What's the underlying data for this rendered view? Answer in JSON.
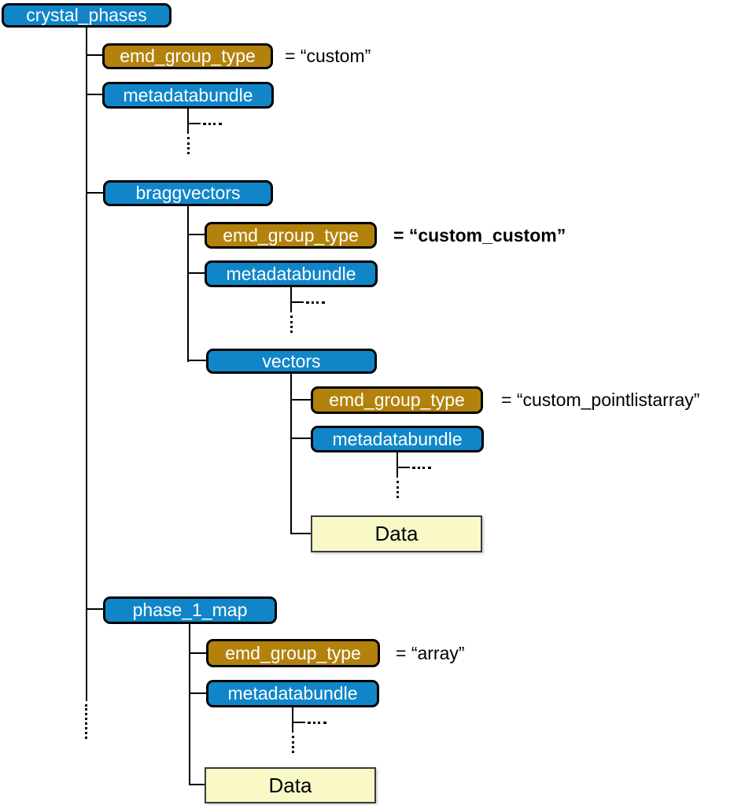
{
  "colors": {
    "group_box_fill": "#1086c8",
    "attribute_box_fill": "#b2820d",
    "dataset_box_fill": "#f9f9c8",
    "box_label_text": "#ffffff",
    "value_text": "#000000",
    "connector_line": "#000000"
  },
  "tree": {
    "root": {
      "label": "crystal_phases",
      "kind": "group",
      "has_more_children": true
    },
    "children": [
      {
        "label": "emd_group_type",
        "kind": "attribute",
        "value": "= “custom”"
      },
      {
        "label": "metadatabundle",
        "kind": "group",
        "truncated": true
      },
      {
        "label": "braggvectors",
        "kind": "group",
        "children": [
          {
            "label": "emd_group_type",
            "kind": "attribute",
            "value": "= “custom_custom”",
            "bold": true
          },
          {
            "label": "metadatabundle",
            "kind": "group",
            "truncated": true
          },
          {
            "label": "vectors",
            "kind": "group",
            "children": [
              {
                "label": "emd_group_type",
                "kind": "attribute",
                "value": "= “custom_pointlistarray”"
              },
              {
                "label": "metadatabundle",
                "kind": "group",
                "truncated": true
              },
              {
                "label": "Data",
                "kind": "dataset"
              }
            ]
          }
        ]
      },
      {
        "label": "phase_1_map",
        "kind": "group",
        "children": [
          {
            "label": "emd_group_type",
            "kind": "attribute",
            "value": "= “array”"
          },
          {
            "label": "metadatabundle",
            "kind": "group",
            "truncated": true
          },
          {
            "label": "Data",
            "kind": "dataset"
          }
        ]
      }
    ]
  }
}
